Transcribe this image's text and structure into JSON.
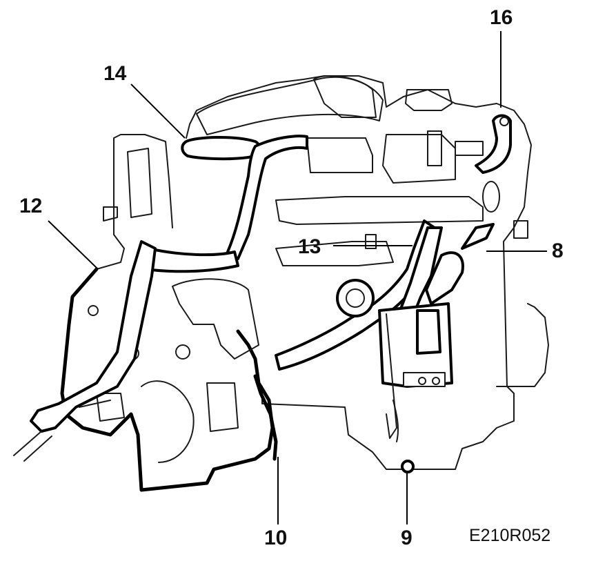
{
  "figure": {
    "code": "E210R052",
    "callouts": [
      {
        "id": "c16",
        "label": "16"
      },
      {
        "id": "c14",
        "label": "14"
      },
      {
        "id": "c12",
        "label": "12"
      },
      {
        "id": "c13",
        "label": "13"
      },
      {
        "id": "c8",
        "label": "8"
      },
      {
        "id": "c10",
        "label": "10"
      },
      {
        "id": "c9",
        "label": "9"
      }
    ]
  }
}
